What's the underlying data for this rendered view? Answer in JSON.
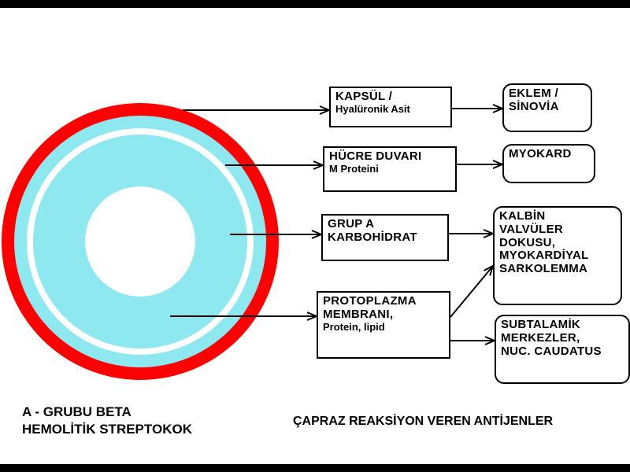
{
  "colors": {
    "outer_ring": "#ff0000",
    "cyan": "#8ee8f0",
    "white": "#ffffff",
    "line": "#000000"
  },
  "components": [
    {
      "lines": [
        "KAPSÜL /",
        "Hyalüronik Asit"
      ]
    },
    {
      "lines": [
        "HÜCRE DUVARI",
        "M Proteini"
      ]
    },
    {
      "lines": [
        "GRUP A",
        "KARBOHİDRAT"
      ]
    },
    {
      "lines": [
        "PROTOPLAZMA",
        "MEMBRANI,",
        "Protein, lipid"
      ]
    }
  ],
  "targets": [
    {
      "lines": [
        "EKLEM /",
        "SİNOVİA"
      ]
    },
    {
      "lines": [
        "MYOKARD"
      ]
    },
    {
      "lines": [
        "KALBİN",
        "VALVÜLER",
        "DOKUSU,",
        "MYOKARDİYAL",
        "SARKOLEMMA"
      ]
    },
    {
      "lines": [
        "SUBTALAMİK",
        "MERKEZLER,",
        "NUC. CAUDATUS"
      ]
    }
  ],
  "caption_left": {
    "line1": "A -  GRUBU BETA",
    "line2": "HEMOLİTİK STREPTOKOK"
  },
  "caption_right": "ÇAPRAZ REAKSİYON VEREN ANTİJENLER"
}
